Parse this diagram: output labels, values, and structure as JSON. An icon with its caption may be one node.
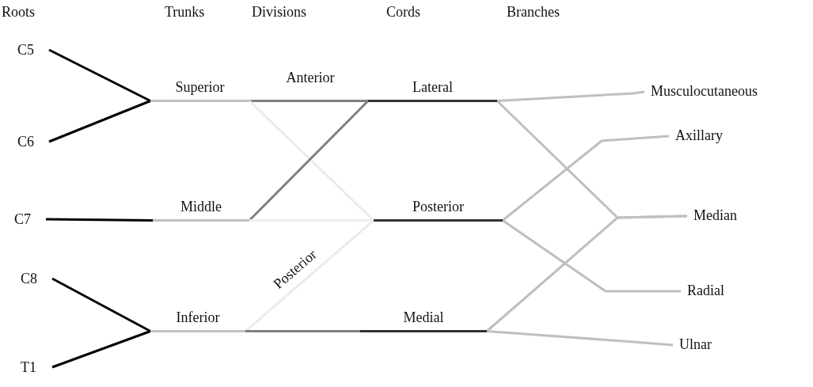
{
  "diagram": {
    "nodes": [
      {
        "text": [
          "C5"
        ]
      },
      {
        "text": [
          "C6"
        ]
      },
      {
        "text": [
          "C7"
        ]
      },
      {
        "text": [
          "C8"
        ]
      },
      {
        "text": [
          "T1"
        ]
      },
      {
        "text": [
          "Superior"
        ]
      },
      {
        "text": [
          "Middle"
        ]
      },
      {
        "text": [
          "Inferior"
        ]
      },
      {
        "text": [
          "Lateral"
        ]
      },
      {
        "text": [
          "Posterior"
        ]
      },
      {
        "text": [
          "Medial"
        ]
      },
      {
        "text": [
          "Musculocutaneous"
        ]
      },
      {
        "text": [
          "Axillary"
        ]
      },
      {
        "text": [
          "Median"
        ]
      },
      {
        "text": [
          "Radial"
        ]
      },
      {
        "text": [
          "Ulnar"
        ]
      }
    ],
    "edges": [
      {
        "from": 0,
        "to": 5,
        "arrow": "none",
        "color": "#000000"
      },
      {
        "from": 1,
        "to": 5,
        "arrow": "none",
        "color": "#000000"
      },
      {
        "from": 2,
        "to": 6,
        "arrow": "none",
        "color": "#000000"
      },
      {
        "from": 3,
        "to": 7,
        "arrow": "none",
        "color": "#000000"
      },
      {
        "from": 4,
        "to": 7,
        "arrow": "none",
        "color": "#000000"
      },
      {
        "from": 5,
        "to": 8,
        "arrow": "none",
        "label": "Anterior",
        "color": "#808080"
      },
      {
        "from": 5,
        "to": 9,
        "arrow": "none",
        "color": "#ececec"
      },
      {
        "from": 6,
        "to": 8,
        "arrow": "none",
        "color": "#808080"
      },
      {
        "from": 6,
        "to": 9,
        "arrow": "none",
        "color": "#ececec"
      },
      {
        "from": 7,
        "to": 9,
        "arrow": "none",
        "label": "Posterior",
        "color": "#ececec"
      },
      {
        "from": 7,
        "to": 10,
        "arrow": "none",
        "color": "#808080"
      },
      {
        "from": 8,
        "to": 11,
        "arrow": "none"
      },
      {
        "from": 8,
        "to": 13,
        "arrow": "none"
      },
      {
        "from": 9,
        "to": 12,
        "arrow": "none"
      },
      {
        "from": 9,
        "to": 14,
        "arrow": "none"
      },
      {
        "from": 10,
        "to": 13,
        "arrow": "none"
      },
      {
        "from": 10,
        "to": 15,
        "arrow": "none"
      }
    ],
    "labels": [
      "Roots",
      "Trunks",
      "Divisions",
      "Cords",
      "Branches"
    ]
  }
}
